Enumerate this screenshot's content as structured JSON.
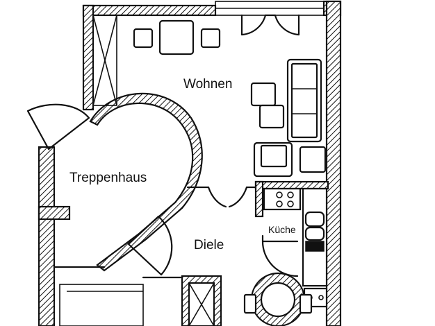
{
  "rooms": {
    "wohnen": "Wohnen",
    "treppenhaus": "Treppenhaus",
    "diele": "Diele",
    "kueche": "Küche"
  },
  "colors": {
    "ink": "#111111",
    "paper": "#ffffff"
  }
}
